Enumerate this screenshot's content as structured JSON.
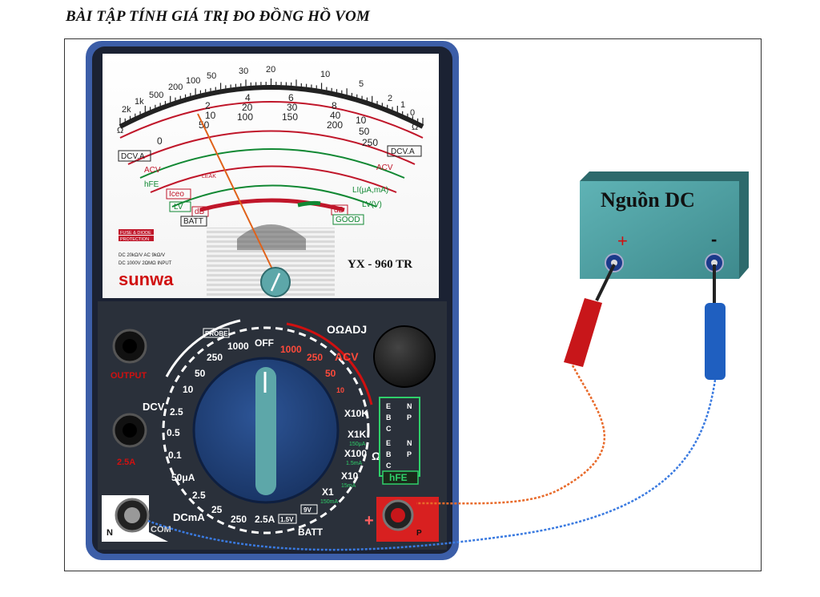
{
  "title": "BÀI TẬP TÍNH GIÁ TRỊ ĐO ĐỒNG HỒ VOM",
  "meter": {
    "brand": "sunwa",
    "model": "YX - 960 TR",
    "spec_box1": "FUSE & DIODE",
    "spec_box2": "PROTECTION",
    "spec_line1": "DC 20kΩ/V  AC 9kΩ/V",
    "spec_line2": "DC 1000V  2ΩMΩ  INPUT",
    "scale_labels": {
      "ohm": "Ω",
      "dcva_left": "DCV.A",
      "dcva_right": "DCV.A",
      "acv_left": "ACV",
      "acv_right": "ACV",
      "hfe": "hFE",
      "iceo": "Iceo",
      "li": "LI(μA,mA)",
      "lv_left": "LV",
      "lv_right": "LV(V)",
      "db_left": "dB",
      "db_right": "dB",
      "batt": "BATT",
      "good": "GOOD",
      "leak": "LEAK"
    },
    "ohm_ticks": [
      "2k",
      "1k",
      "500",
      "200",
      "100",
      "50",
      "30",
      "20",
      "10",
      "5",
      "2",
      "1",
      "0"
    ],
    "dc_ticks": [
      "0",
      "50",
      "100",
      "150",
      "200",
      "250"
    ],
    "dc_ticks_mid": [
      "0",
      "10",
      "20",
      "30",
      "40",
      "50"
    ],
    "dc_ticks_small": [
      "0",
      "2",
      "4",
      "6",
      "8",
      "10"
    ],
    "panel": {
      "output": "OUTPUT",
      "amp": "2.5A",
      "com": "COM",
      "n": "N",
      "p": "P",
      "probe": "PROBE",
      "off": "OFF",
      "adj": "OΩADJ",
      "dcv": "DCV",
      "dcma": "DCmA",
      "acv": "ACV",
      "batt": "BATT",
      "hfe": "hFE",
      "dcv_ranges": [
        "1000",
        "250",
        "50",
        "10",
        "2.5",
        "0.5",
        "0.1",
        "50μA"
      ],
      "dcma_ranges": [
        "2.5",
        "25",
        "250",
        "2.5A"
      ],
      "acv_ranges": [
        "1000",
        "250",
        "50",
        "10"
      ],
      "ohm_ranges": [
        "X10K",
        "X1K",
        "X100",
        "X10",
        "X1"
      ],
      "ohm_sub": [
        "150μA",
        "1.5mA",
        "15mA",
        "150mA"
      ],
      "batt_ranges": [
        "1.5V",
        "9V"
      ],
      "ohm_symbol": "Ω",
      "hfe_pins": [
        "E",
        "B",
        "C",
        "E",
        "B",
        "C",
        "N",
        "P",
        "N",
        "P"
      ]
    },
    "colors": {
      "body": "#1a2a4a",
      "rim": "#3a5aa0",
      "dial": "#213d70",
      "red": "#d01010",
      "green": "#118833"
    }
  },
  "dc_source": {
    "label": "Nguồn DC",
    "plus": "+",
    "minus": "-",
    "color": "#4f9ea0"
  },
  "probes": {
    "red_color": "#c8161a",
    "blue_color": "#1f5fc0"
  }
}
